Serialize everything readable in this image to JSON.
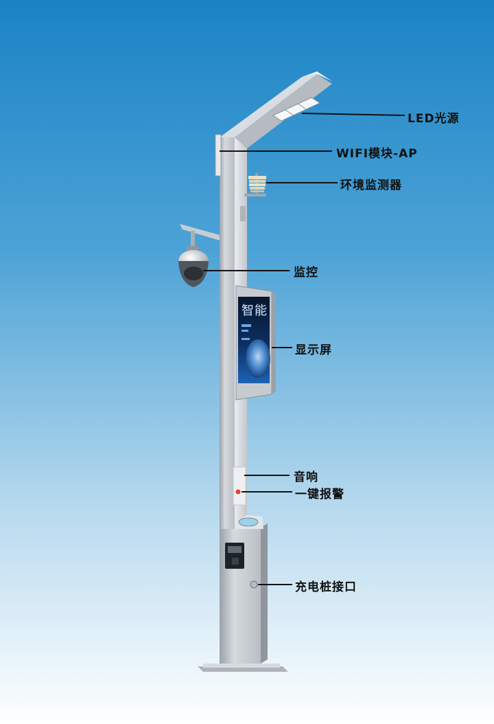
{
  "labels": {
    "led": "LED光源",
    "wifi": "WIFI模块-AP",
    "env": "环境监测器",
    "camera": "监控",
    "display": "显示屏",
    "speaker": "音响",
    "alarm": "一键报警",
    "charging": "充电桩接口"
  },
  "screen": {
    "heading": "智能"
  },
  "colors": {
    "sky_top": "#1d86c6",
    "sky_bottom": "#ffffff",
    "pole": "#c9ced4",
    "pole_shadow": "#8d949c",
    "leader": "#111111"
  }
}
